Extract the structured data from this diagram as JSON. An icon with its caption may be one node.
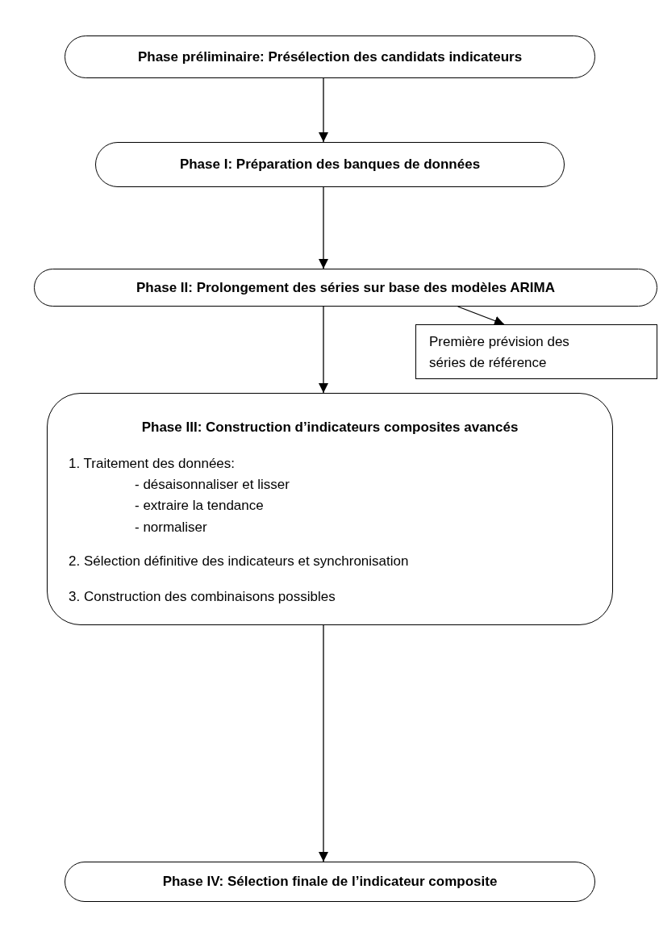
{
  "diagram": {
    "nodes": [
      {
        "text": [
          "Phase préliminaire: Présélection des candidats indicateurs"
        ]
      },
      {
        "text": [
          "Phase I: Préparation des banques de données"
        ]
      },
      {
        "text": [
          "Phase II: Prolongement des séries sur base des modèles ARIMA"
        ]
      },
      {
        "text": [
          "Première prévision des séries de référence"
        ]
      },
      {
        "text": [
          "Phase III: Construction d’indicateurs composites avancés",
          "1. Traitement des données:",
          "- désaisonnaliser et lisser",
          "- extraire la tendance",
          "- normaliser",
          "2. Sélection définitive des indicateurs et synchronisation",
          "3. Construction des combinaisons possibles"
        ]
      },
      {
        "text": [
          "Phase IV: Sélection finale de l’indicateur composite"
        ]
      }
    ],
    "edges": [
      {
        "from": 0,
        "to": 1,
        "arrow": "to"
      },
      {
        "from": 1,
        "to": 2,
        "arrow": "to"
      },
      {
        "from": 2,
        "to": 3,
        "arrow": "to"
      },
      {
        "from": 2,
        "to": 4,
        "arrow": "to"
      },
      {
        "from": 4,
        "to": 5,
        "arrow": "to"
      }
    ]
  }
}
